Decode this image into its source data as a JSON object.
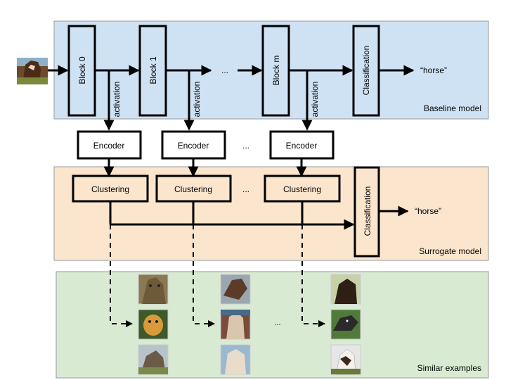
{
  "panels": {
    "baseline": "Baseline model",
    "surrogate": "Surrogate model",
    "similar": "Similar examples"
  },
  "blocks": [
    "Block 0",
    "Block 1",
    "Block m"
  ],
  "classification": "Classification",
  "output": "“horse”",
  "activation": "activation",
  "encoder": "Encoder",
  "clustering": "Clustering",
  "ellipsis": "...",
  "ellipsis_small": "..."
}
